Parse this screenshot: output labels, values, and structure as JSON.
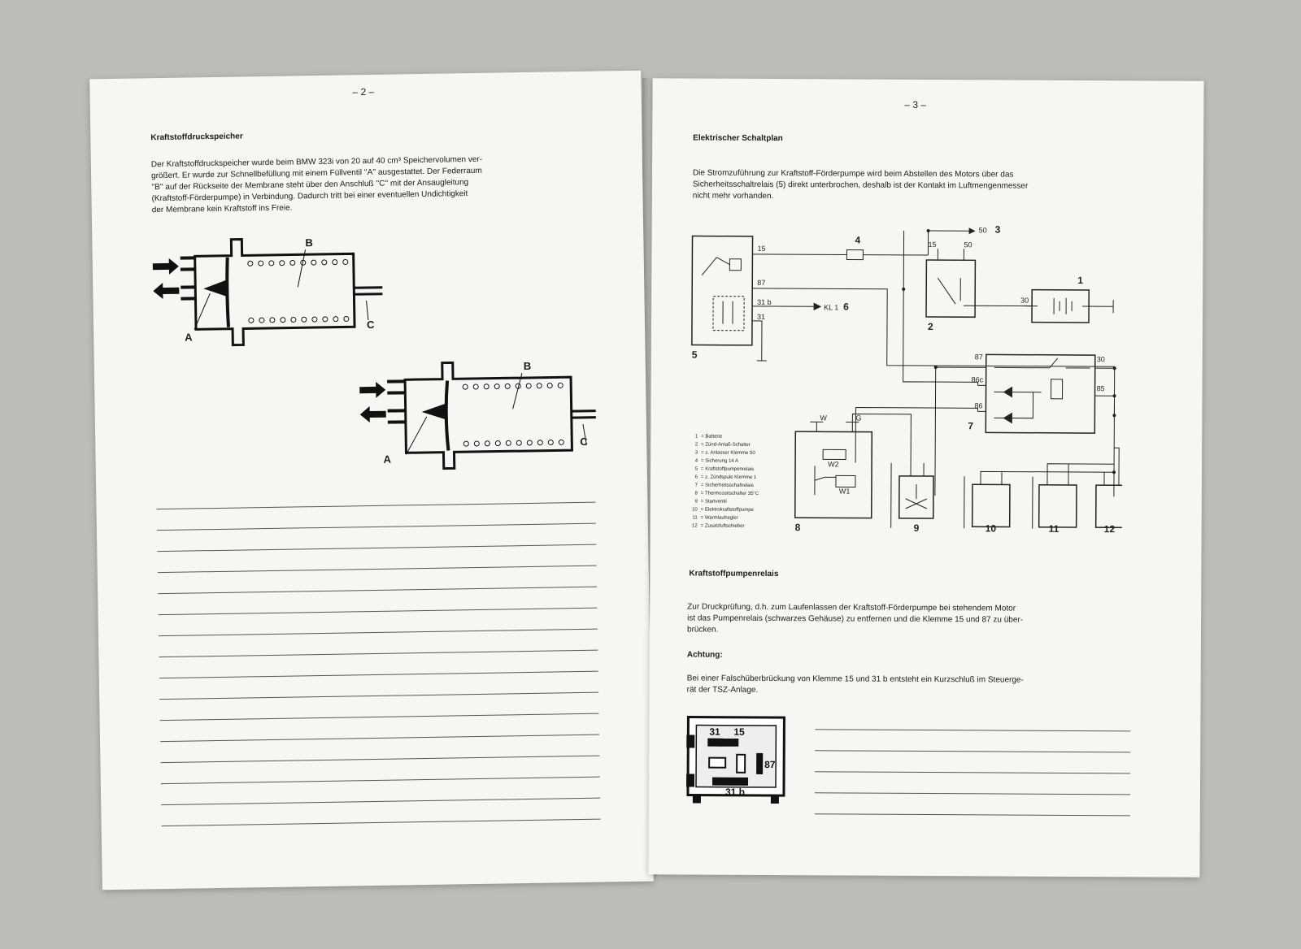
{
  "left": {
    "page_number": "– 2 –",
    "heading": "Kraftstoffdruckspeicher",
    "paragraph_lines": [
      "Der Kraftstoffdruckspeicher wurde beim BMW 323i von 20 auf 40 cm³ Speichervolumen ver-",
      "größert. Er wurde zur Schnellbefüllung mit einem Füllventil ''A'' ausgestattet. Der Federraum",
      "''B'' auf der Rückseite der Membrane steht über den Anschluß ''C'' mit der Ansaugleitung",
      "(Kraftstoff-Förderpumpe) in Verbindung. Dadurch tritt bei einer eventuellen Undichtigkeit",
      "der Membrane kein Kraftstoff ins Freie."
    ],
    "fig_labels": {
      "a": "A",
      "b": "B",
      "c": "C"
    }
  },
  "right": {
    "page_number": "– 3 –",
    "heading1": "Elektrischer Schaltplan",
    "para1_lines": [
      "Die Stromzuführung zur Kraftstoff-Förderpumpe wird beim Abstellen des Motors über das",
      "Sicherheitsschaltrelais (5) direkt unterbrochen, deshalb ist der Kontakt im Luftmengenmesser",
      "nicht mehr vorhanden."
    ],
    "schematic": {
      "components": [
        "1",
        "2",
        "3",
        "4",
        "5",
        "6",
        "7",
        "8",
        "9",
        "10",
        "11",
        "12"
      ],
      "terminals": {
        "t15": "15",
        "t87": "87",
        "t31b": "31 b",
        "t31": "31",
        "kl1": "KL 1",
        "t50": "50",
        "s15": "15",
        "s50": "50",
        "t30": "30",
        "r87": "87",
        "r86c": "86c",
        "r86": "86",
        "r30": "30",
        "r85": "85",
        "w": "W",
        "g": "G",
        "w1": "W1",
        "w2": "W2"
      }
    },
    "legend": [
      {
        "n": "1",
        "text": "= Batterie"
      },
      {
        "n": "2",
        "text": "= Zünd-Anlaß-Schalter"
      },
      {
        "n": "3",
        "text": "= z. Anlasser Klemme 50"
      },
      {
        "n": "4",
        "text": "= Sicherung 14 A"
      },
      {
        "n": "5",
        "text": "= Kraftstoffpumpenrelais"
      },
      {
        "n": "6",
        "text": "= z. Zündspule Klemme 1"
      },
      {
        "n": "7",
        "text": "= Sicherheitsschaltrelais"
      },
      {
        "n": "8",
        "text": "= Thermozeitschalter 35°C"
      },
      {
        "n": "9",
        "text": "= Startventil"
      },
      {
        "n": "10",
        "text": "= Elektrokraftstoffpumpe"
      },
      {
        "n": "11",
        "text": "= Warmlaufregler"
      },
      {
        "n": "12",
        "text": "= Zusatzluftschieber"
      }
    ],
    "heading2": "Kraftstoffpumpenrelais",
    "para2_lines": [
      "Zur Druckprüfung, d.h. zum Laufenlassen der Kraftstoff-Förderpumpe bei stehendem Motor",
      "ist das Pumpenrelais (schwarzes Gehäuse) zu entfernen und die Klemme 15 und 87 zu über-",
      "brücken."
    ],
    "heading3": "Achtung:",
    "para3_lines": [
      "Bei einer Falschüberbrückung von Klemme 15 und 31 b entsteht ein Kurzschluß im Steuerge-",
      "rät der TSZ-Anlage."
    ],
    "relay_labels": {
      "p31": "31",
      "p15": "15",
      "p87": "87",
      "p31b": "31 b"
    }
  }
}
